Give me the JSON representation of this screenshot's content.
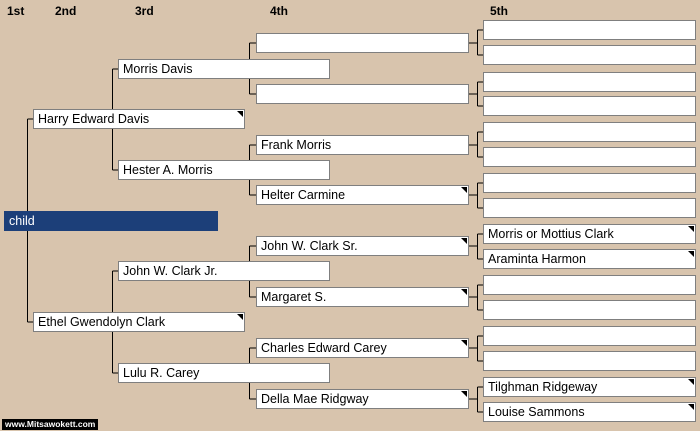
{
  "header": {
    "gen1": "1st",
    "gen2": "2nd",
    "gen3": "3rd",
    "gen4": "4th",
    "gen5": "5th"
  },
  "colors": {
    "background": "#d8c4ad",
    "selected": "#1c3f79",
    "box_border": "#7f7f7f",
    "line": "#000000"
  },
  "child": {
    "name": "child"
  },
  "parents": {
    "father": "Harry Edward Davis",
    "mother": "Ethel Gwendolyn Clark"
  },
  "grandparents": {
    "pat_gf": "Morris Davis",
    "pat_gm": "Hester A. Morris",
    "mat_gf": "John W. Clark Jr.",
    "mat_gm": "Lulu R. Carey"
  },
  "great_grandparents": {
    "p1": "",
    "p2": "",
    "p3": "Frank Morris",
    "p4": "Helter Carmine",
    "p5": "John W. Clark Sr.",
    "p6": "Margaret S.",
    "p7": "Charles Edward Carey",
    "p8": "Della Mae Ridgway"
  },
  "gen5": {
    "a1": "",
    "a2": "",
    "a3": "",
    "a4": "",
    "a5": "",
    "a6": "",
    "a7": "",
    "a8": "",
    "a9": "Morris or Mottius Clark",
    "a10": "Araminta Harmon",
    "a11": "",
    "a12": "",
    "a13": "",
    "a14": "",
    "a15": "Tilghman Ridgeway",
    "a16": "Louise Sammons"
  },
  "footer": {
    "brand": "www.Mitsawokett.com"
  }
}
